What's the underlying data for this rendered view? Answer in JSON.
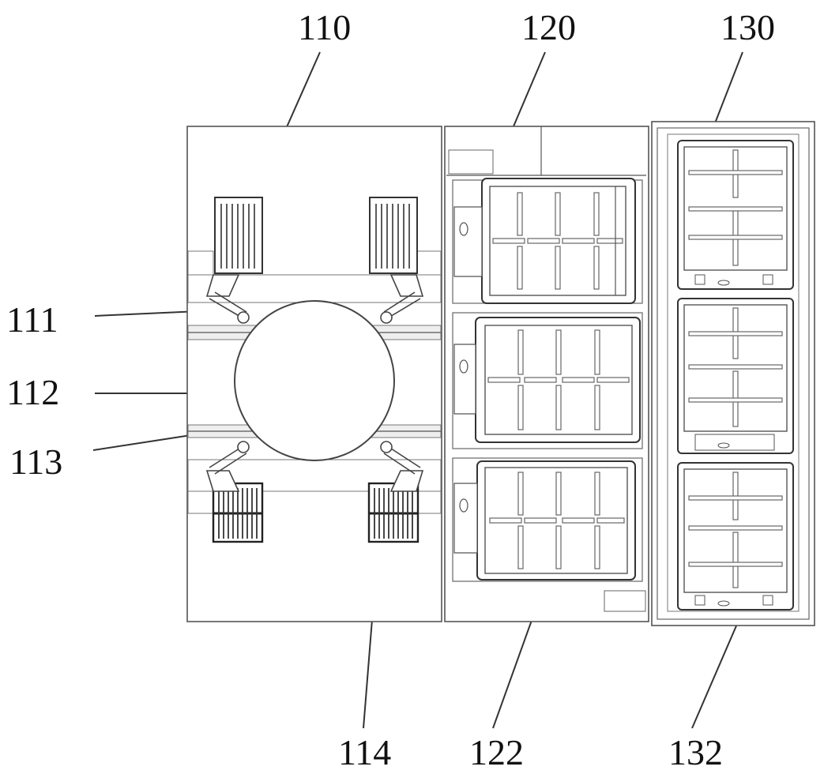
{
  "figure": {
    "labels": {
      "ref_110": "110",
      "ref_120": "120",
      "ref_130": "130",
      "ref_111": "111",
      "ref_112": "112",
      "ref_113": "113",
      "ref_114": "114",
      "ref_122": "122",
      "ref_132": "132"
    }
  }
}
